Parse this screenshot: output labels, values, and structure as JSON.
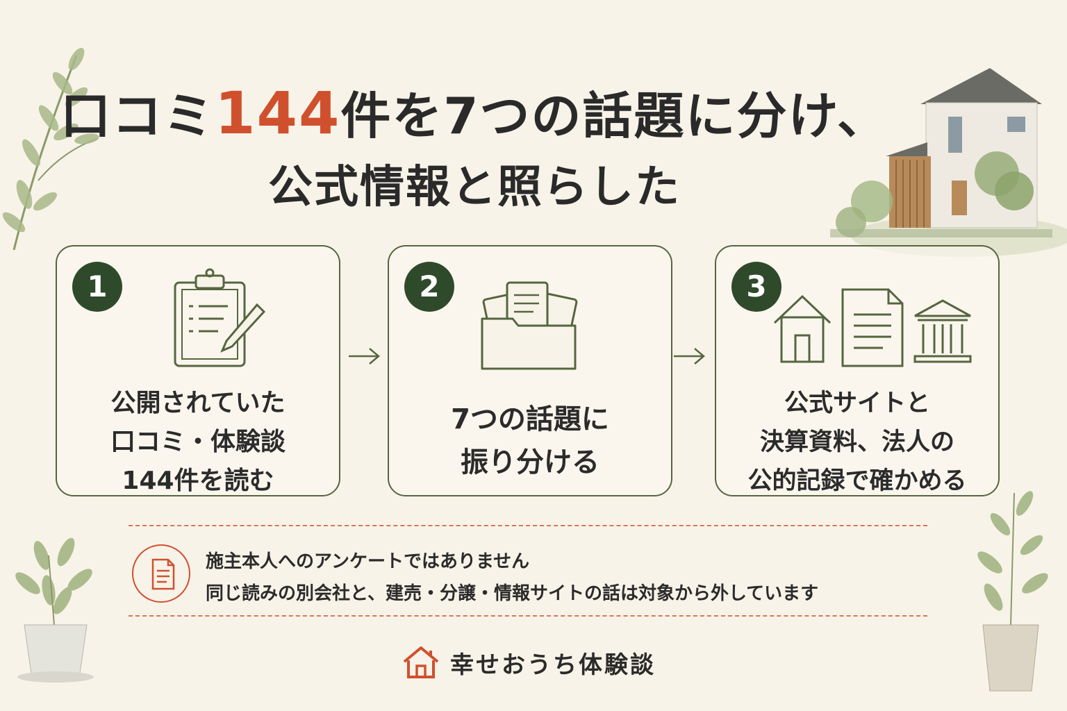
{
  "title": {
    "line1_prefix": "口コミ",
    "line1_number": "144",
    "line1_suffix": "件を7つの話題に分け、",
    "line2": "公式情報と照らした"
  },
  "steps": [
    {
      "number": "1",
      "lines": [
        "公開されていた",
        "口コミ・体験談",
        "144件を読む"
      ],
      "icon": "clipboard-pencil-icon"
    },
    {
      "number": "2",
      "lines": [
        "7つの話題に",
        "振り分ける"
      ],
      "icon": "folder-documents-icon"
    },
    {
      "number": "3",
      "lines": [
        "公式サイトと",
        "決算資料、法人の",
        "公的記録で確かめる"
      ],
      "icon": "house-document-bank-icon"
    }
  ],
  "notice": {
    "line1": "施主本人へのアンケートではありません",
    "line2": "同じ読みの別会社と、建売・分譲・情報サイトの話は対象から外しています",
    "icon": "document-icon"
  },
  "brand": {
    "name": "幸せおうち体験談",
    "icon": "house-logo-icon"
  },
  "colors": {
    "accent": "#d0502e",
    "green_dark": "#2f4a2b",
    "green_line": "#55663f",
    "background": "#f8f3e8"
  }
}
